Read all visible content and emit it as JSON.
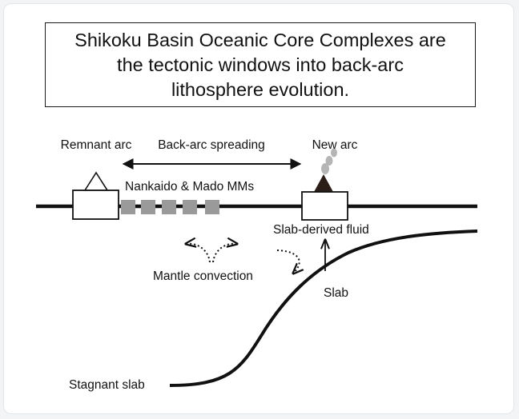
{
  "title": {
    "lines": [
      "Shikoku Basin Oceanic Core Complexes are",
      "the tectonic windows into back-arc",
      "lithosphere evolution."
    ]
  },
  "labels": {
    "remnant_arc": "Remnant arc",
    "back_arc_spreading": "Back-arc spreading",
    "new_arc": "New arc",
    "mm": "Nankaido & Mado MMs",
    "slab_fluid": "Slab-derived fluid",
    "mantle_convection": "Mantle convection",
    "slab": "Slab",
    "stagnant_slab": "Stagnant slab"
  },
  "colors": {
    "line": "#111111",
    "mm_block": "#9a9a9a",
    "volcano": "#2b1d18",
    "plume": "#b5b5b5"
  }
}
